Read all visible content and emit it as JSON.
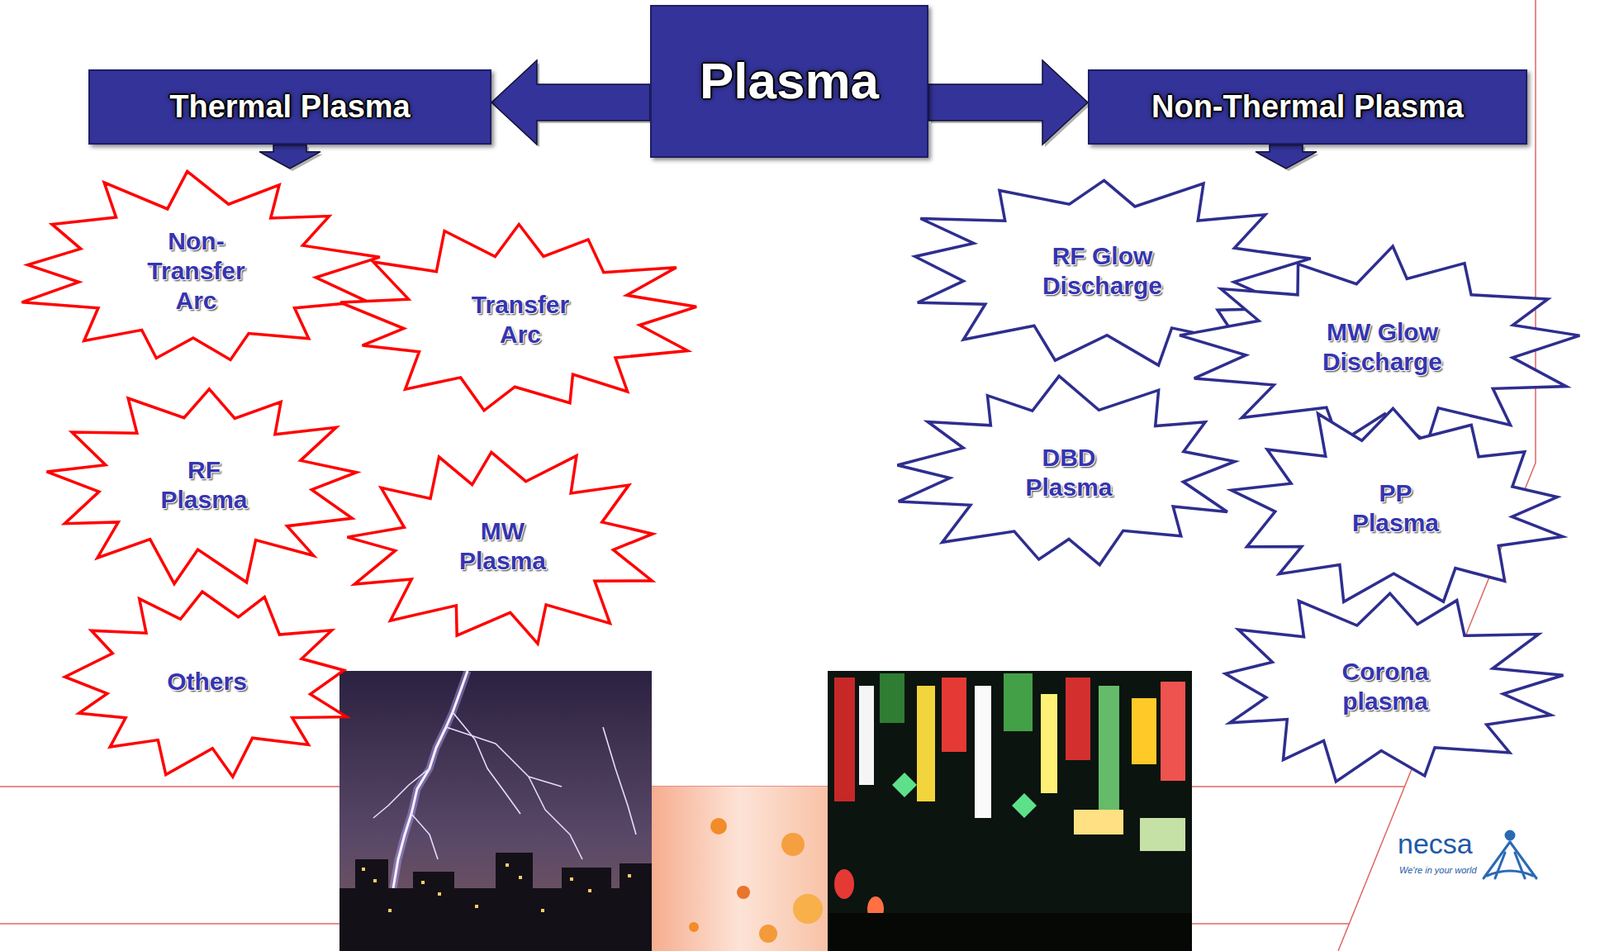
{
  "diagram": {
    "nodes": [
      {
        "text": [
          "Plasma"
        ]
      },
      {
        "text": [
          "Thermal Plasma"
        ]
      },
      {
        "text": [
          "Non-Thermal Plasma"
        ]
      },
      {
        "text": [
          "Non-Transfer Arc"
        ]
      },
      {
        "text": [
          "Transfer Arc"
        ]
      },
      {
        "text": [
          "RF Plasma"
        ]
      },
      {
        "text": [
          "MW Plasma"
        ]
      },
      {
        "text": [
          "Others"
        ]
      },
      {
        "text": [
          "RF Glow Discharge"
        ]
      },
      {
        "text": [
          "MW Glow Discharge"
        ]
      },
      {
        "text": [
          "DBD Plasma"
        ]
      },
      {
        "text": [
          "PP Plasma"
        ]
      },
      {
        "text": [
          "Corona plasma"
        ]
      }
    ],
    "edges": [
      {
        "from": 0,
        "to": 1,
        "arrow": "to"
      },
      {
        "from": 0,
        "to": 2,
        "arrow": "to"
      },
      {
        "from": 1,
        "to": 3,
        "arrow": "to"
      },
      {
        "from": 2,
        "to": 8,
        "arrow": "to"
      }
    ],
    "labels": [
      "necsa",
      "We're in your world"
    ]
  }
}
